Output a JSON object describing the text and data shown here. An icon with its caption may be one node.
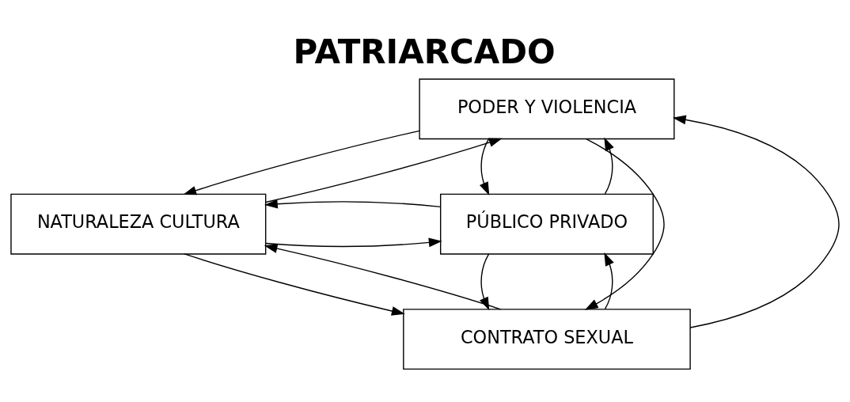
{
  "diagram": {
    "title": "PATRIARCADO",
    "nodes": [
      {
        "text": [
          "PODER Y VIOLENCIA"
        ]
      },
      {
        "text": [
          "NATURALEZA CULTURA"
        ]
      },
      {
        "text": [
          "PÚBLICO PRIVADO"
        ]
      },
      {
        "text": [
          "CONTRATO SEXUAL"
        ]
      }
    ],
    "edges": [
      {
        "from": 0,
        "to": 1,
        "arrow": "to"
      },
      {
        "from": 1,
        "to": 0,
        "arrow": "to"
      },
      {
        "from": 0,
        "to": 2,
        "arrow": "to"
      },
      {
        "from": 2,
        "to": 0,
        "arrow": "to"
      },
      {
        "from": 1,
        "to": 2,
        "arrow": "to"
      },
      {
        "from": 2,
        "to": 1,
        "arrow": "to"
      },
      {
        "from": 0,
        "to": 3,
        "arrow": "to"
      },
      {
        "from": 3,
        "to": 0,
        "arrow": "to"
      },
      {
        "from": 1,
        "to": 3,
        "arrow": "to"
      },
      {
        "from": 3,
        "to": 1,
        "arrow": "to"
      },
      {
        "from": 3,
        "to": 2,
        "arrow": "to"
      },
      {
        "from": 2,
        "to": 3,
        "arrow": "to"
      }
    ]
  }
}
